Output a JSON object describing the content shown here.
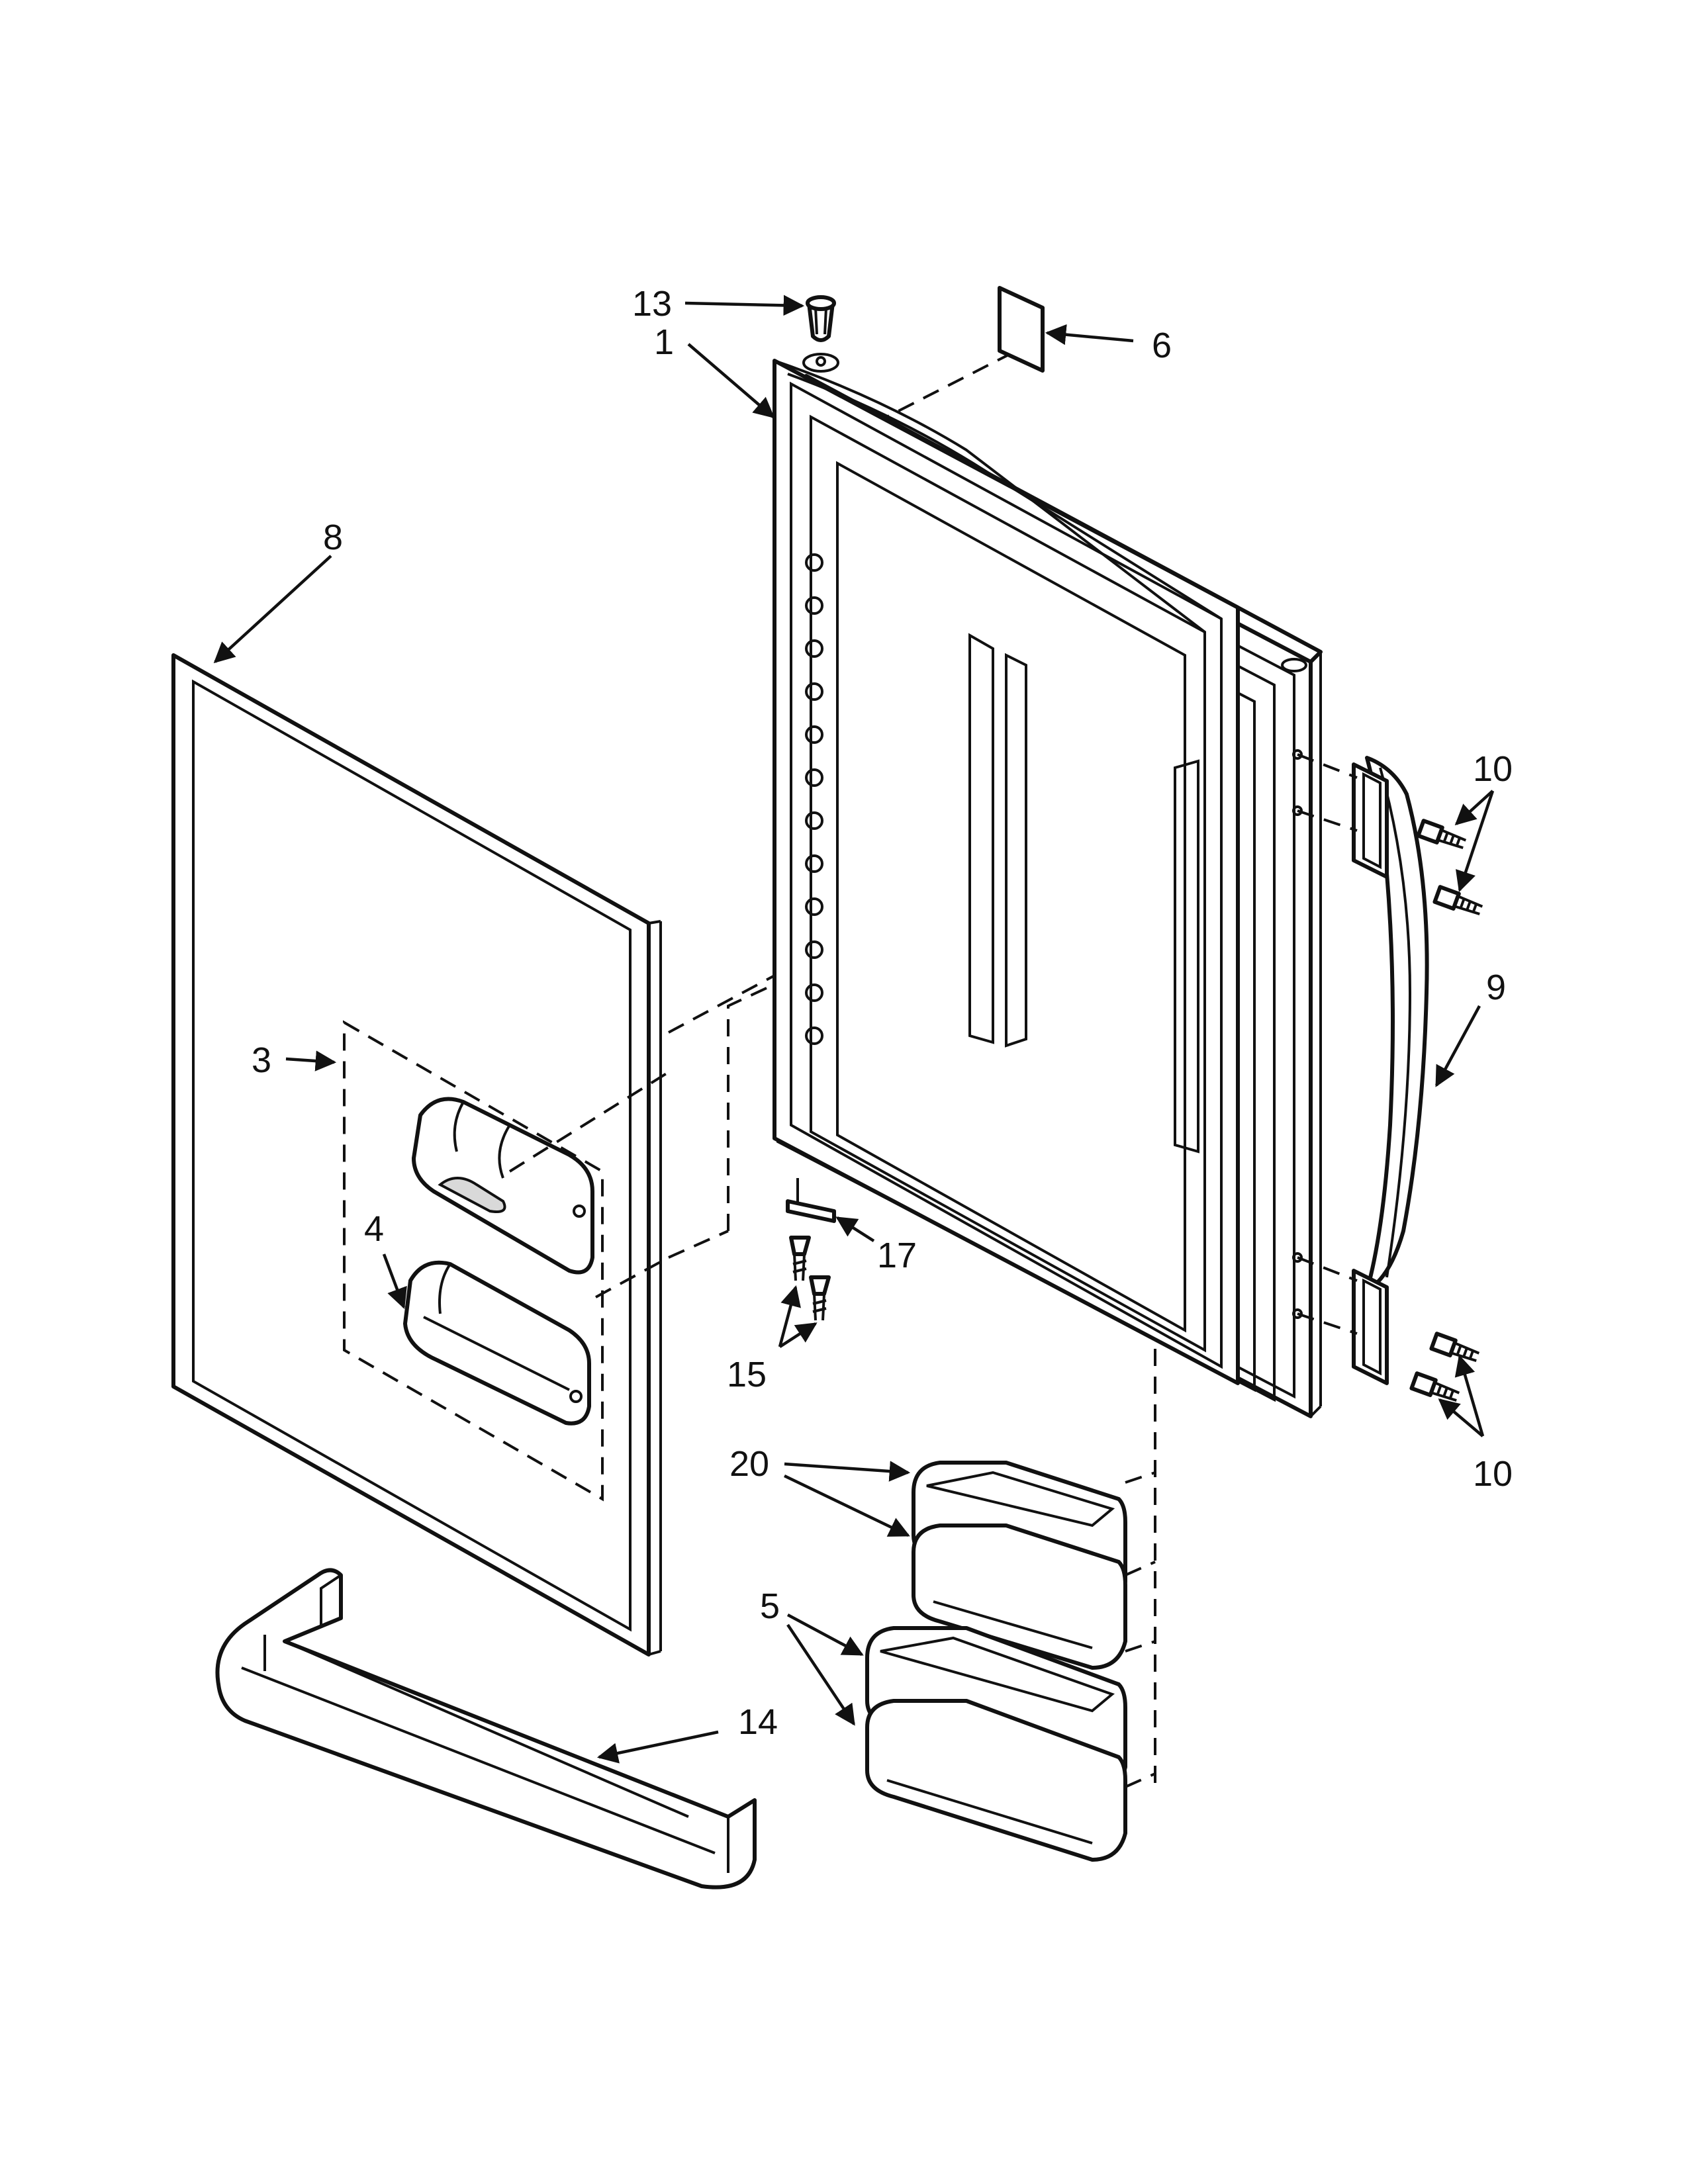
{
  "callouts": {
    "c1": "1",
    "c3": "3",
    "c4": "4",
    "c5": "5",
    "c6": "6",
    "c8": "8",
    "c9": "9",
    "c10a": "10",
    "c10b": "10",
    "c13": "13",
    "c14": "14",
    "c15": "15",
    "c17": "17",
    "c20": "20"
  }
}
